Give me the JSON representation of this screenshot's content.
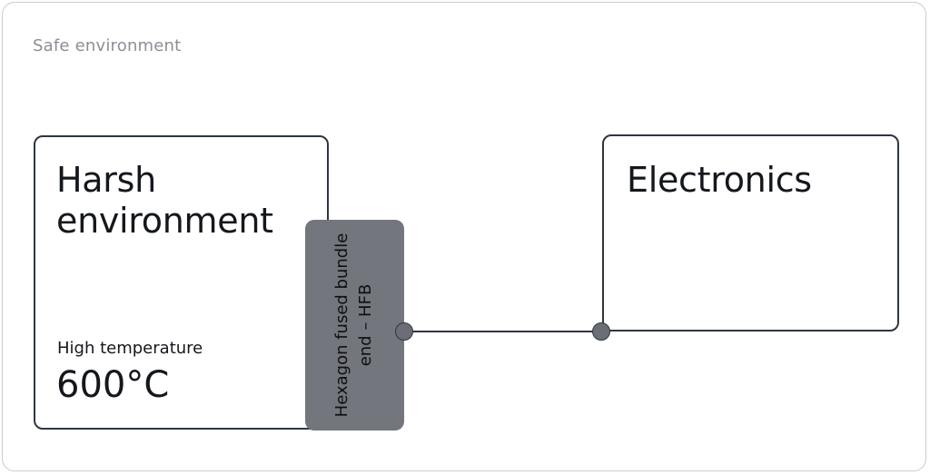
{
  "outer_region": {
    "label": "Safe environment"
  },
  "harsh_environment": {
    "title": "Harsh environment",
    "temperature_label": "High temperature",
    "temperature_value": "600°C"
  },
  "hfb": {
    "label": "Hexagon fused bundle end – HFB"
  },
  "electronics": {
    "title": "Electronics"
  },
  "colors": {
    "box_border": "#2f3640",
    "hfb_fill": "#73767c",
    "node_fill": "#6b6e74",
    "frame_border": "#c9ccd1",
    "muted_text": "#8b8f95"
  }
}
